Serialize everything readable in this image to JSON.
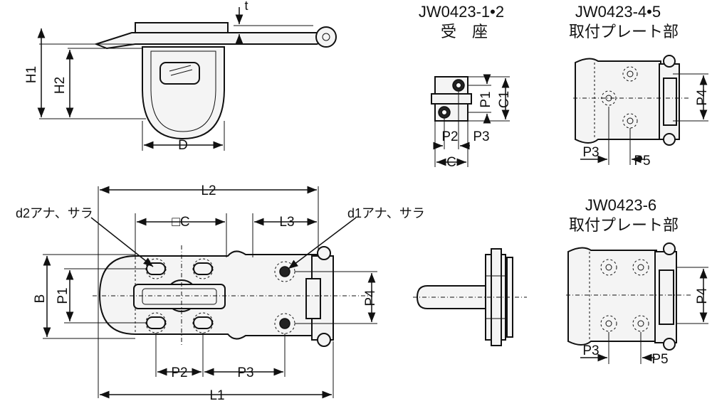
{
  "titles": {
    "jw1_code": "JW0423-1•2",
    "jw1_name": "受　座",
    "jw4_code": "JW0423-4•5",
    "jw4_name": "取付プレート部",
    "jw6_code": "JW0423-6",
    "jw6_name": "取付プレート部"
  },
  "labels": {
    "t": "t",
    "H1": "H1",
    "H2": "H2",
    "D": "D",
    "P1": "P1",
    "C1": "C1",
    "P2": "P2",
    "P3": "P3",
    "C": "C",
    "P4": "P4",
    "P5": "P5",
    "L2": "L2",
    "L3": "L3",
    "L1": "L1",
    "B": "B",
    "sqC": "□C",
    "d2_hole": "d2アナ、サラ",
    "d1_hole": "d1アナ、サラ"
  }
}
